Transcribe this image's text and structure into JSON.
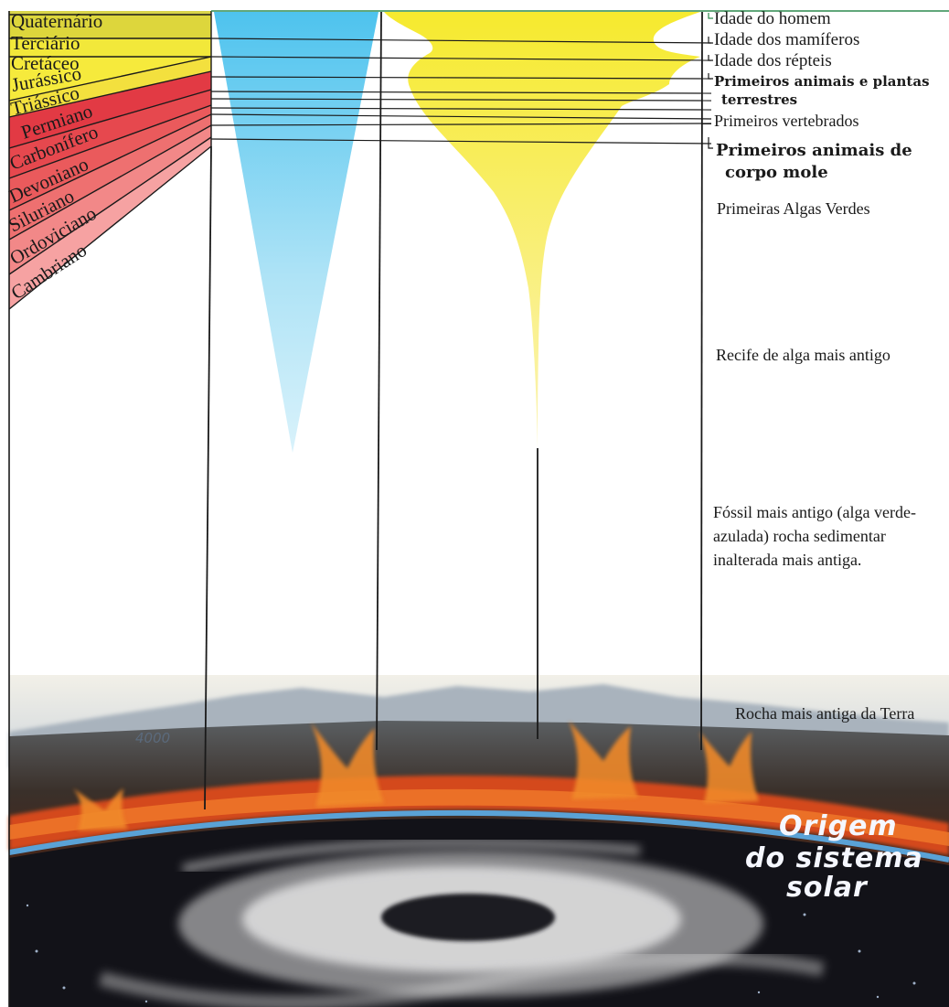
{
  "periods": [
    {
      "name": "Quaternário",
      "color": "#ede84a"
    },
    {
      "name": "Terciário",
      "color": "#f0e642"
    },
    {
      "name": "Cretáceo",
      "color": "#f5ea3a"
    },
    {
      "name": "Jurássico",
      "color": "#f3e23c"
    },
    {
      "name": "Triássico",
      "color": "#f1da3d"
    },
    {
      "name": "Permiano",
      "color": "#e8444a"
    },
    {
      "name": "Carbonífero",
      "color": "#ea5458"
    },
    {
      "name": "Devoniano",
      "color": "#ee6868"
    },
    {
      "name": "Siluriano",
      "color": "#f17c7c"
    },
    {
      "name": "Ordoviciano",
      "color": "#f59494"
    },
    {
      "name": "Cambriano",
      "color": "#f7aaa8"
    }
  ],
  "events": {
    "homem": "Idade do homem",
    "mamiferos": "Idade dos mamíferos",
    "repteis": "Idade dos répteis",
    "primeiros_animais_plantas_1": "Primeiros animais e plantas",
    "primeiros_animais_plantas_2": "terrestres",
    "vertebrados": "Primeiros vertebrados",
    "corpo_mole_1": "Primeiros animais de",
    "corpo_mole_2": "corpo mole",
    "algas_verdes": "Primeiras Algas Verdes",
    "recife": "Recife de alga mais antigo",
    "fossil_1": "Fóssil mais antigo (alga verde-",
    "fossil_2": "azulada) rocha sedimentar",
    "fossil_3": "inalterada mais antiga.",
    "rocha": "Rocha mais antiga da Terra"
  },
  "scene": {
    "tick": "4000",
    "origin_1": "Origem",
    "origin_2": "do sistema",
    "origin_3": "solar"
  },
  "colors": {
    "blue_wedge": "#5bc8ef",
    "yellow_shape": "#f7ec3e",
    "line": "#1a1a1a"
  }
}
